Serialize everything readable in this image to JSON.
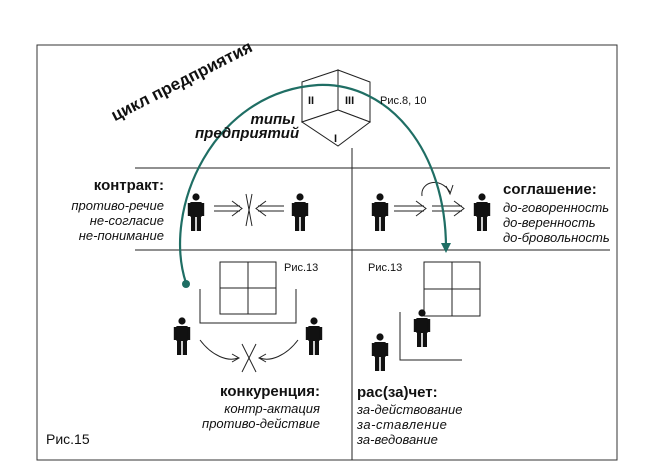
{
  "figure_caption": "Рис.15",
  "cycle_label": "цикл предприятия",
  "types": {
    "label_line1": "типы",
    "label_line2": "предприятий",
    "cube_faces": [
      "II",
      "III",
      "I"
    ],
    "ref": "Рис.8, 10"
  },
  "quadrants": {
    "contract": {
      "title": "контракт:",
      "lines": [
        "противо-речие",
        "не-согласие",
        "не-понимание"
      ]
    },
    "agreement": {
      "title": "соглашение:",
      "lines": [
        "до-говоренность",
        "до-веренность",
        "до-бровольность"
      ]
    },
    "competition": {
      "title": "конкуренция:",
      "lines": [
        "контр-актация",
        "противо-действие"
      ],
      "ref": "Рис.13"
    },
    "settlement": {
      "title": "рас(за)чет:",
      "lines": [
        "за-действование",
        "за-ставление",
        "за-ведование"
      ],
      "ref": "Рис.13"
    }
  },
  "colors": {
    "cycle_arrow": "#1f6e64",
    "line": "#222222"
  }
}
